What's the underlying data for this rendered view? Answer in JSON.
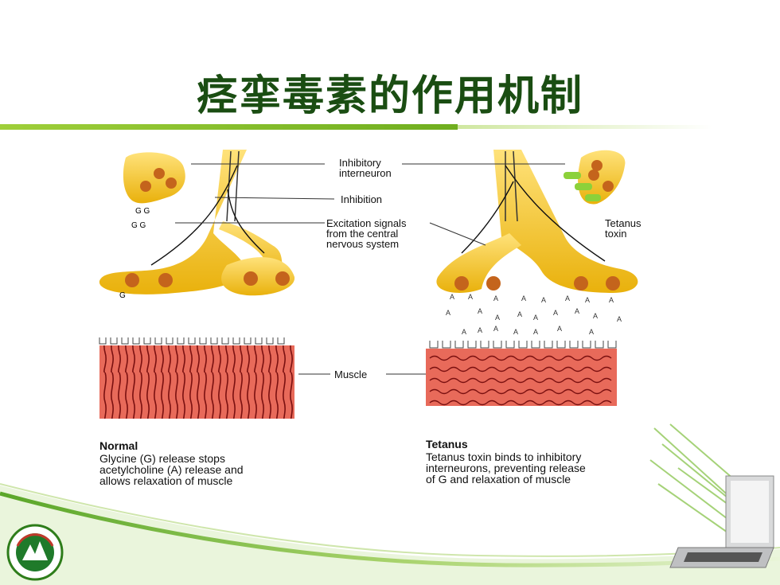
{
  "slide": {
    "title": "痉挛毒素的作用机制"
  },
  "labels": {
    "inhibitory_interneuron": "Inhibitory\ninterneuron",
    "inhibition": "Inhibition",
    "excitation": "Excitation signals\nfrom the central\nnervous system",
    "tetanus_toxin": "Tetanus\ntoxin",
    "muscle": "Muscle",
    "glycine_symbol": "G",
    "ach_symbol": "A"
  },
  "captions": {
    "normal_title": "Normal",
    "normal_text": "Glycine (G) release stops\nacetylcholine (A) release and\nallows relaxation of muscle",
    "tetanus_title": "Tetanus",
    "tetanus_text": "Tetanus toxin binds to inhibitory\ninterneurons, preventing release\nof G and relaxation of muscle"
  },
  "logo": {
    "icon": "university-seal-icon"
  },
  "colors": {
    "title": "#1a4d12",
    "accent": "#8cc63f",
    "neuron": "#f2c21a",
    "vesicle": "#d2691e",
    "muscle": "#e06060",
    "toxin": "#8cd13a"
  }
}
